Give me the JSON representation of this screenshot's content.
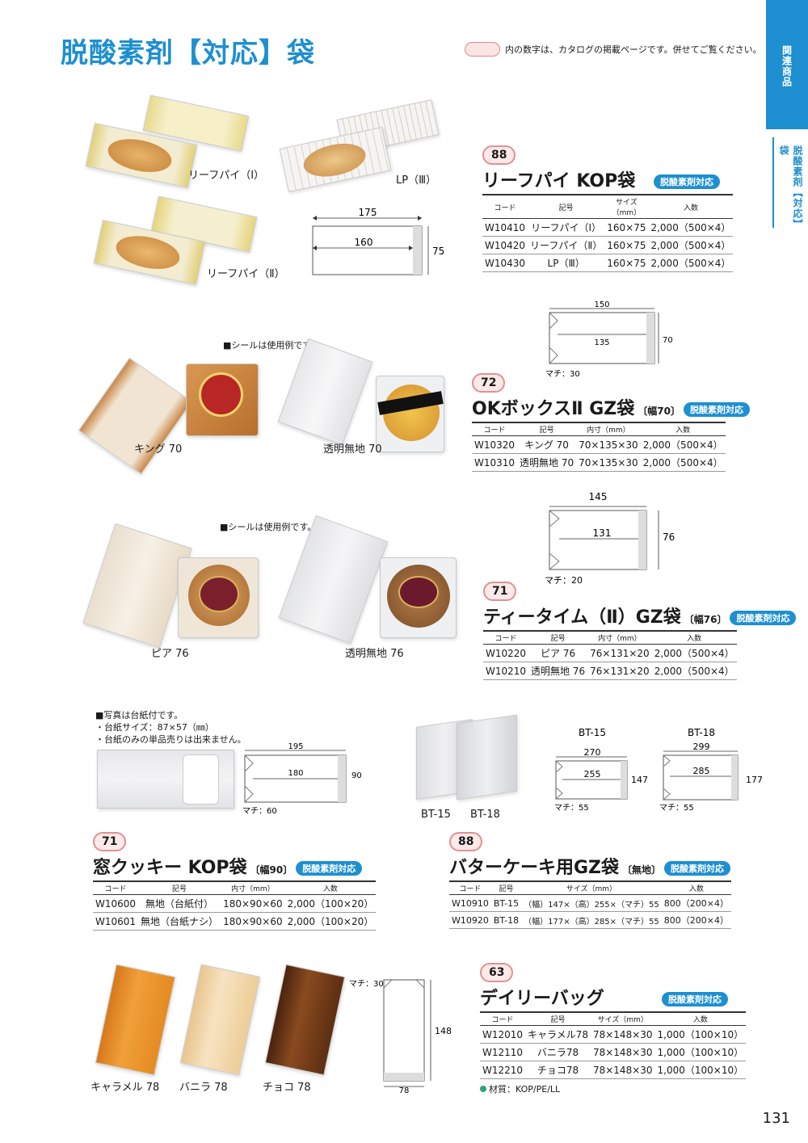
{
  "title": "脱酸素剤【対応】袋",
  "catalog_note": "内の数字は、カタログの掲載ページです。併せてご覧ください。",
  "side_tab_primary": "関連商品",
  "side_tab_secondary": "脱酸素剤【対応】袋",
  "page_number": "131",
  "badge_text": "脱酸素剤対応",
  "colors": {
    "accent": "#1e8fd0",
    "page_ref_border": "#e29090",
    "material_dot": "#2aa57a"
  },
  "seal_note": "■シールは使用例です。",
  "photo_captions": {
    "leafpie1": "リーフパイ（Ⅰ）",
    "leafpie2": "リーフパイ（Ⅱ）",
    "lp3": "LP（Ⅲ）",
    "king70": "キング 70",
    "clear70": "透明無地 70",
    "pia76": "ピア 76",
    "clear76": "透明無地 76",
    "bt15": "BT-15",
    "bt18": "BT-18",
    "caramel": "キャラメル 78",
    "vanilla": "バニラ 78",
    "choco": "チョコ 78"
  },
  "photo_notes": {
    "window_cookie": [
      "■写真は台紙付です。",
      "・台紙サイズ：87×57（㎜）",
      "・台紙のみの単品売りは出来ません。"
    ]
  },
  "diagrams": {
    "leafpie": {
      "outer": "175",
      "inner": "160",
      "height": "75"
    },
    "okbox": {
      "outer": "150",
      "inner": "135",
      "height": "70",
      "gusset": "マチ：30"
    },
    "teatime": {
      "outer": "145",
      "inner": "131",
      "height": "76",
      "gusset": "マチ：20"
    },
    "window": {
      "outer": "195",
      "inner": "180",
      "height": "90",
      "gusset": "マチ：60"
    },
    "bt15": {
      "label": "BT-15",
      "outer": "270",
      "inner": "255",
      "height": "147",
      "gusset": "マチ：55"
    },
    "bt18": {
      "label": "BT-18",
      "outer": "299",
      "inner": "285",
      "height": "177",
      "gusset": "マチ：55"
    },
    "daily": {
      "gusset": "マチ：30",
      "height": "148",
      "width": "78"
    }
  },
  "products": {
    "leafpie": {
      "page_ref": "88",
      "title": "リーフパイ KOP袋",
      "subtitle": "",
      "headers": [
        "コード",
        "記号",
        "サイズ（mm）",
        "入数"
      ],
      "rows": [
        [
          "W10410",
          "リーフパイ（Ⅰ）",
          "160×75",
          "2,000（500×4）"
        ],
        [
          "W10420",
          "リーフパイ（Ⅱ）",
          "160×75",
          "2,000（500×4）"
        ],
        [
          "W10430",
          "LP（Ⅲ）",
          "160×75",
          "2,000（500×4）"
        ]
      ]
    },
    "okbox": {
      "page_ref": "72",
      "title": "OKボックスⅡ GZ袋",
      "subtitle": "〔幅70〕",
      "headers": [
        "コード",
        "記号",
        "内寸（mm）",
        "入数"
      ],
      "rows": [
        [
          "W10320",
          "キング 70",
          "70×135×30",
          "2,000（500×4）"
        ],
        [
          "W10310",
          "透明無地 70",
          "70×135×30",
          "2,000（500×4）"
        ]
      ]
    },
    "teatime": {
      "page_ref": "71",
      "title": "ティータイム（Ⅱ）GZ袋",
      "subtitle": "〔幅76〕",
      "headers": [
        "コード",
        "記号",
        "内寸（mm）",
        "入数"
      ],
      "rows": [
        [
          "W10220",
          "ピア 76",
          "76×131×20",
          "2,000（500×4）"
        ],
        [
          "W10210",
          "透明無地 76",
          "76×131×20",
          "2,000（500×4）"
        ]
      ]
    },
    "window": {
      "page_ref": "71",
      "title": "窓クッキー KOP袋",
      "subtitle": "〔幅90〕",
      "headers": [
        "コード",
        "記号",
        "内寸（mm）",
        "入数"
      ],
      "rows": [
        [
          "W10600",
          "無地（台紙付）",
          "180×90×60",
          "2,000（100×20）"
        ],
        [
          "W10601",
          "無地（台紙ナシ）",
          "180×90×60",
          "2,000（100×20）"
        ]
      ]
    },
    "butter": {
      "page_ref": "88",
      "title": "バターケーキ用GZ袋",
      "subtitle": "〔無地〕",
      "headers": [
        "コード",
        "記号",
        "サイズ（mm）",
        "入数"
      ],
      "rows": [
        [
          "W10910",
          "BT-15",
          "（幅）147×（高）255×（マチ）55",
          "800（200×4）"
        ],
        [
          "W10920",
          "BT-18",
          "（幅）177×（高）285×（マチ）55",
          "800（200×4）"
        ]
      ]
    },
    "daily": {
      "page_ref": "63",
      "title": "デイリーバッグ",
      "subtitle": "",
      "headers": [
        "コード",
        "記号",
        "サイズ（mm）",
        "入数"
      ],
      "rows": [
        [
          "W12010",
          "キャラメル78",
          "78×148×30",
          "1,000（100×10）"
        ],
        [
          "W12110",
          "バニラ78",
          "78×148×30",
          "1,000（100×10）"
        ],
        [
          "W12210",
          "チョコ78",
          "78×148×30",
          "1,000（100×10）"
        ]
      ],
      "material": "材質：KOP/PE/LL"
    }
  }
}
